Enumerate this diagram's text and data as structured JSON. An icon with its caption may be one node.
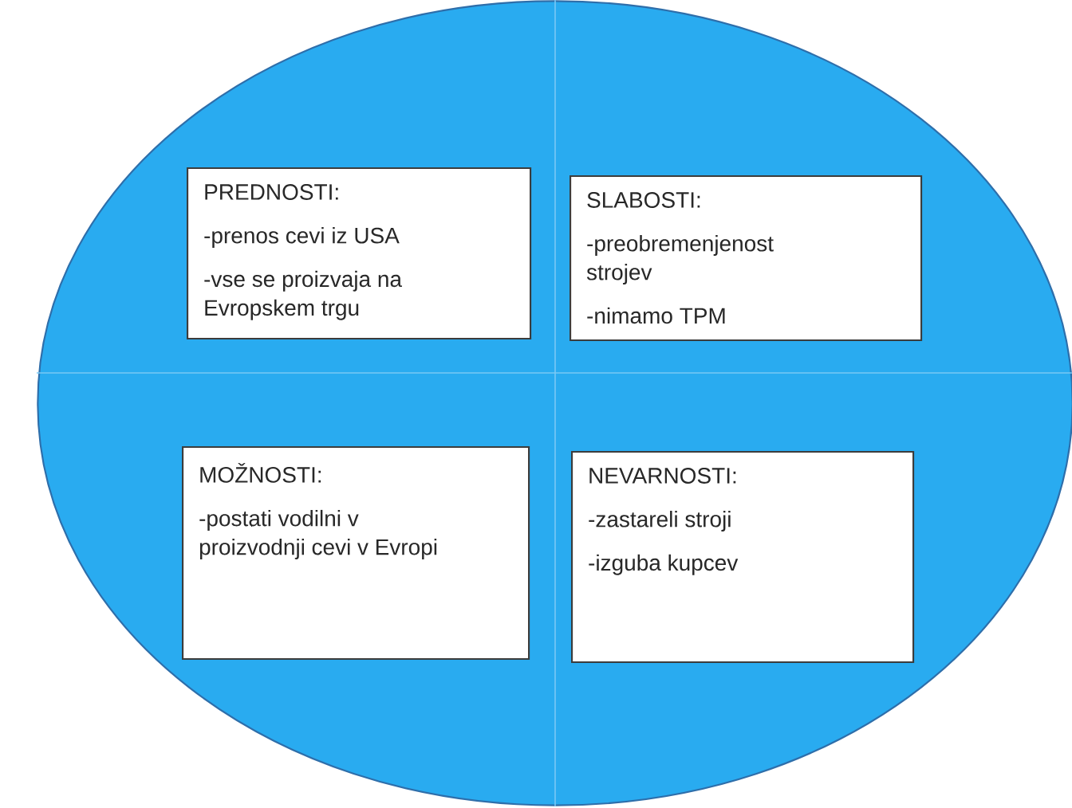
{
  "diagram": {
    "nodes": [
      {
        "text": [],
        "shape": "ellipse"
      },
      {
        "text": [
          "PREDNOSTI:",
          "-prenos cevi iz USA",
          "-vse se proizvaja na Evropskem trgu"
        ],
        "in": 0
      },
      {
        "text": [
          "SLABOSTI:",
          "-preobremenjenost strojev",
          "-nimamo TPM"
        ],
        "in": 0
      },
      {
        "text": [
          "MOŽNOSTI:",
          "-postati vodilni v proizvodnji cevi v Evropi"
        ],
        "in": 0
      },
      {
        "text": [
          "NEVARNOSTI:",
          "-zastareli stroji",
          "-izguba kupcev"
        ],
        "in": 0
      }
    ]
  }
}
